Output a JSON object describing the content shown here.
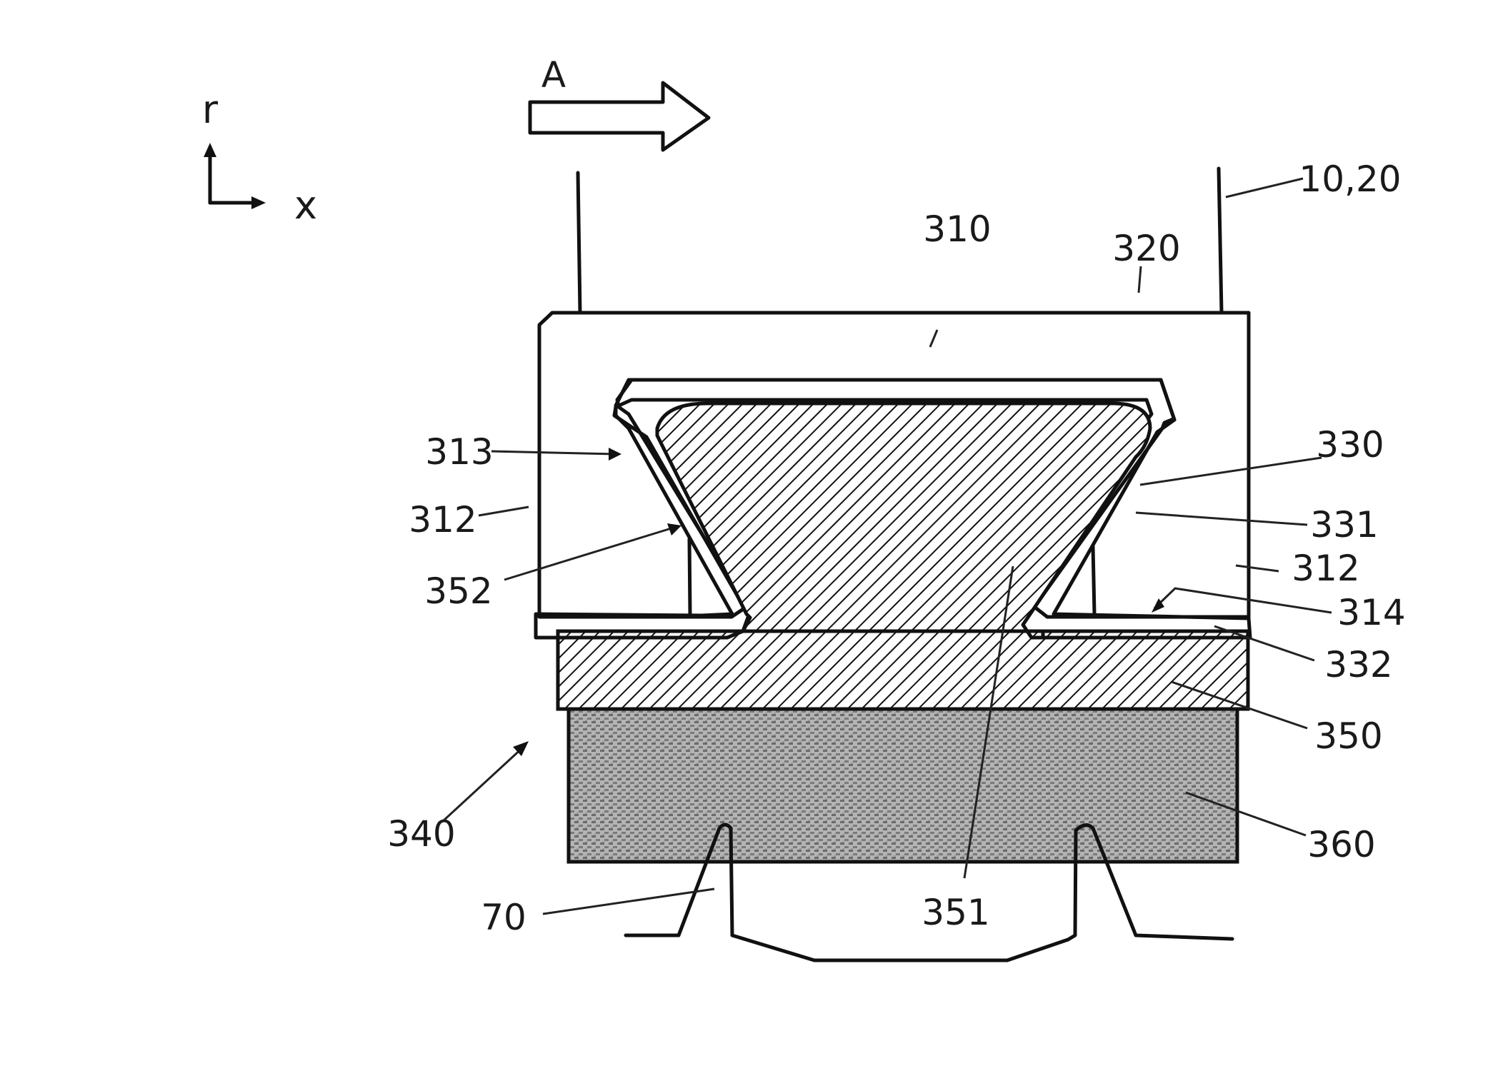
{
  "axes": {
    "radial_label": "r",
    "axial_label": "x"
  },
  "flow_arrow": {
    "label": "A"
  },
  "labels": {
    "casing": "10,20",
    "l310": "310",
    "l320": "320",
    "l313": "313",
    "l312_left": "312",
    "l352": "352",
    "l330": "330",
    "l331": "331",
    "l312_right": "312",
    "l314": "314",
    "l332": "332",
    "l350": "350",
    "l340": "340",
    "l360": "360",
    "l351": "351",
    "l70": "70"
  }
}
